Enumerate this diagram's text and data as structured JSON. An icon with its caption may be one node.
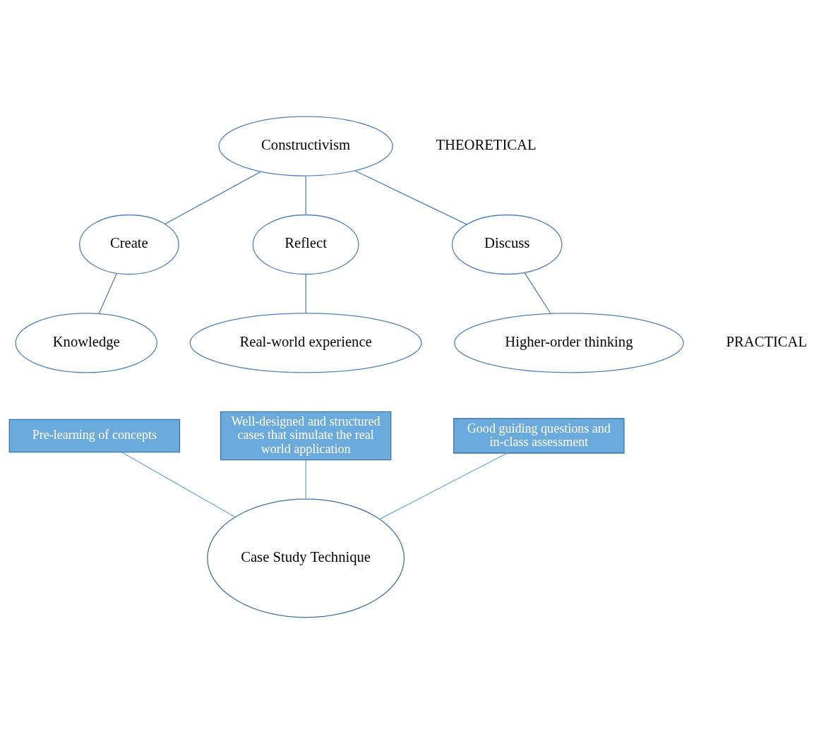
{
  "diagram": {
    "nodes": [
      {
        "text": [
          "Constructivism"
        ]
      },
      {
        "text": [
          "Create"
        ]
      },
      {
        "text": [
          "Reflect"
        ]
      },
      {
        "text": [
          "Discuss"
        ]
      },
      {
        "text": [
          "Knowledge"
        ]
      },
      {
        "text": [
          "Real-world experience"
        ]
      },
      {
        "text": [
          "Higher-order thinking"
        ]
      },
      {
        "text": [
          "Pre-learning of concepts"
        ]
      },
      {
        "text": [
          "Well-designed and structured cases that simulate the real world application"
        ]
      },
      {
        "text": [
          "Good guiding questions and in-class assessment"
        ]
      },
      {
        "text": [
          "Case Study Technique"
        ]
      }
    ],
    "edges": [
      {
        "from": 0,
        "to": 1,
        "arrow": "none"
      },
      {
        "from": 0,
        "to": 2,
        "arrow": "none"
      },
      {
        "from": 0,
        "to": 3,
        "arrow": "none"
      },
      {
        "from": 1,
        "to": 4,
        "arrow": "none"
      },
      {
        "from": 2,
        "to": 5,
        "arrow": "none"
      },
      {
        "from": 3,
        "to": 6,
        "arrow": "none"
      },
      {
        "from": 7,
        "to": 10,
        "arrow": "none",
        "color": "#6aaadc"
      },
      {
        "from": 8,
        "to": 10,
        "arrow": "none",
        "color": "#6aaadc"
      },
      {
        "from": 9,
        "to": 10,
        "arrow": "none",
        "color": "#6aaadc"
      }
    ],
    "labels": [
      "THEORETICAL",
      "PRACTICAL"
    ]
  }
}
